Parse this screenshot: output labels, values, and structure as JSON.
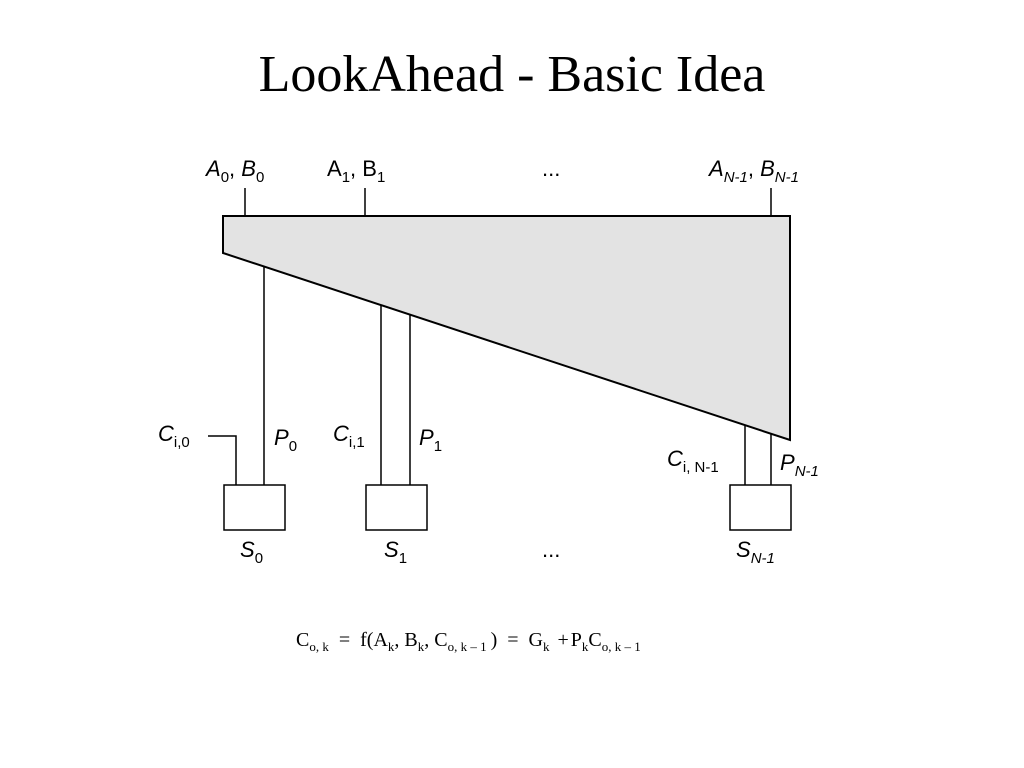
{
  "slide": {
    "title": "LookAhead - Basic Idea"
  },
  "colors": {
    "block_fill": "#e3e3e3",
    "stroke": "#000000"
  },
  "inputs": [
    {
      "a": "A",
      "a_sub": "0",
      "sep": ", ",
      "b": "B",
      "b_sub": "0"
    },
    {
      "a": "A",
      "a_sub": "1",
      "sep": ", ",
      "b": "B",
      "b_sub": "1"
    },
    {
      "ellipsis": "..."
    },
    {
      "a": "A",
      "a_sub": "N-1",
      "sep": ", ",
      "b": "B",
      "b_sub": "N-1"
    }
  ],
  "carries": [
    {
      "c": "C",
      "c_sub": "i,0"
    },
    {
      "c": "C",
      "c_sub": "i,1"
    },
    {
      "c": "C",
      "c_sub": "i, N-1"
    }
  ],
  "propagates": [
    {
      "p": "P",
      "p_sub": "0"
    },
    {
      "p": "P",
      "p_sub": "1"
    },
    {
      "p": "P",
      "p_sub": "N-1"
    }
  ],
  "sums": [
    {
      "s": "S",
      "s_sub": "0"
    },
    {
      "s": "S",
      "s_sub": "1"
    },
    {
      "ellipsis": "..."
    },
    {
      "s": "S",
      "s_sub": "N-1"
    }
  ],
  "equation": {
    "lhs": "C",
    "lhs_sub": "o, k",
    "eq1": "=",
    "f_open": "f(A",
    "f_a_sub": "k",
    "comma1": ", B",
    "f_b_sub": "k",
    "comma2": ", C",
    "f_c_sub": "o, k – 1",
    "f_close": ")",
    "eq2": "=",
    "g": "G",
    "g_sub": "k",
    "plus": "+",
    "p": "P",
    "p_sub": "k",
    "c": "C",
    "c_sub": "o, k – 1"
  }
}
